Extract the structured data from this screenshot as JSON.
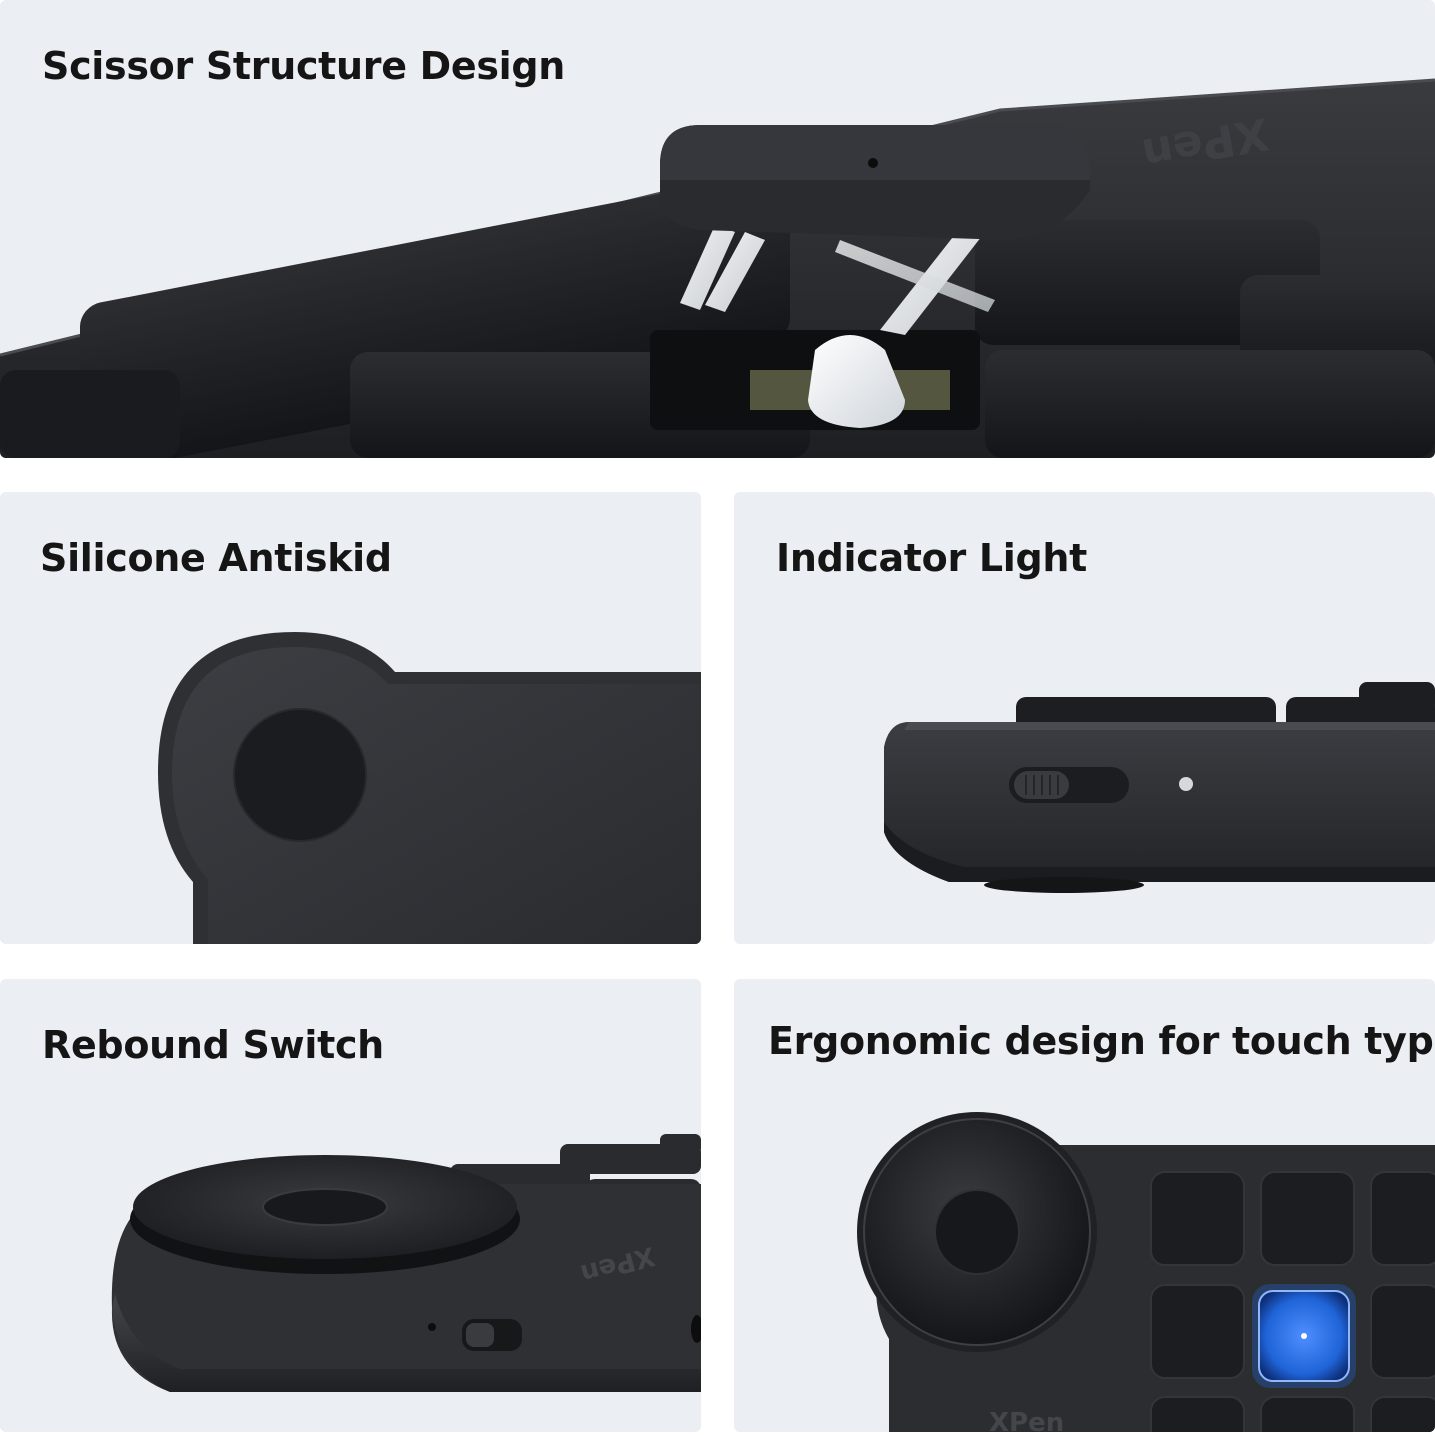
{
  "panels": {
    "scissor": {
      "title": "Scissor Structure Design"
    },
    "silicone": {
      "title": "Silicone Antiskid"
    },
    "indicator": {
      "title": "Indicator Light"
    },
    "rebound": {
      "title": "Rebound Switch"
    },
    "ergonomic": {
      "title": "Ergonomic design for touch typing"
    }
  },
  "brand_mark": "XPen",
  "colors": {
    "panel_bg": "#ebeef2",
    "device_body": "#2c2d30",
    "keycap": "#1c1d20",
    "indicator_light": "#1f64d8",
    "scissor_plastic": "#e9edf1"
  }
}
